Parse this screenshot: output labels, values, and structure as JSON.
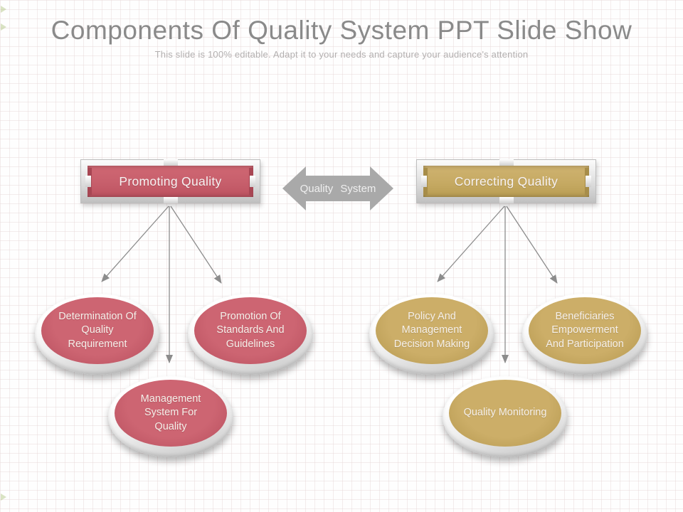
{
  "slide": {
    "title": "Components Of Quality System PPT Slide Show",
    "subtitle": "This slide is 100% editable. Adapt it to your needs and capture your audience's attention"
  },
  "diagram": {
    "center_connector": {
      "label": "Quality System"
    },
    "branches": [
      {
        "header": "Promoting Quality",
        "theme_color": "#c75f6c",
        "nodes": [
          "Determination Of Quality Requirement",
          "Promotion Of Standards And Guidelines",
          "Management System For Quality"
        ]
      },
      {
        "header": "Correcting Quality",
        "theme_color": "#c6aa63",
        "nodes": [
          "Policy And Management Decision Making",
          "Beneficiaries Empowerment And Participation",
          "Quality Monitoring"
        ]
      }
    ],
    "colors": {
      "arrow_gray": "#a9a9a9",
      "connector_gray": "#8c8c8c",
      "frame_silver": "#d8d8d8",
      "title_text": "#8a8a8a",
      "subtitle_text": "#b3b0b0"
    }
  }
}
